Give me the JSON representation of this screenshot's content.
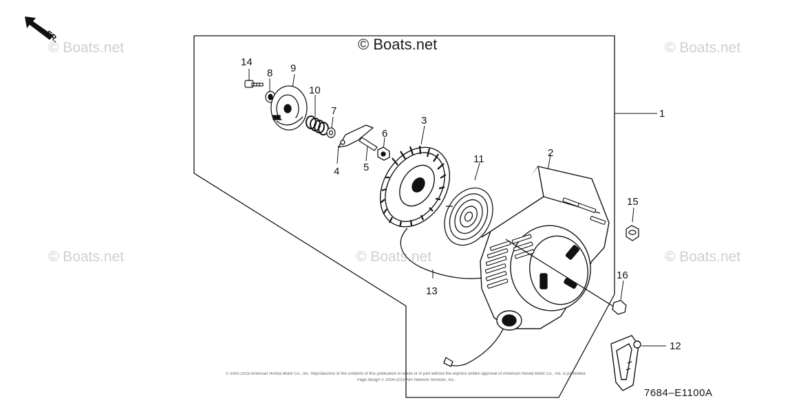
{
  "diagram": {
    "copyright_main": "© Boats.net",
    "watermark_text": "© Boats.net",
    "direction_label": "FR.",
    "diagram_code": "7684–E1100A",
    "fine_print_line1": "© 2002-2019 American Honda Motor Co., Inc. Reproduction of the contents of this publication in whole or in part without the express written approval of American Honda Motor Co., Inc. is prohibited.",
    "fine_print_line2": "Page design © 2004-2019 ARI Network Services, Inc.",
    "callouts": {
      "p1": "1",
      "p2": "2",
      "p3": "3",
      "p4": "4",
      "p5": "5",
      "p6": "6",
      "p7": "7",
      "p8": "8",
      "p9": "9",
      "p10": "10",
      "p11": "11",
      "p12": "12",
      "p13": "13",
      "p14": "14",
      "p15": "15",
      "p16": "16"
    }
  }
}
